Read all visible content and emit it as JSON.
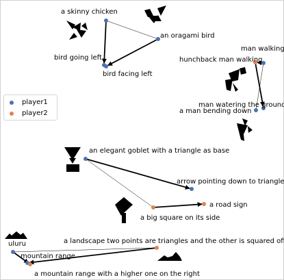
{
  "colors": {
    "player1": "#4c72b0",
    "player2": "#dd8452",
    "ink": "#000000"
  },
  "legend": {
    "items": [
      {
        "label": "player1",
        "color": "#4c72b0"
      },
      {
        "label": "player2",
        "color": "#dd8452"
      }
    ]
  },
  "groups": [
    {
      "id": "bird",
      "icons": [
        "crane-silhouette-icon",
        "chicken-silhouette-icon"
      ],
      "nodes": [
        {
          "label": "a skinny chicken",
          "player": "player1"
        },
        {
          "label": "an oragami bird",
          "player": "player1"
        },
        {
          "label": "bird going left",
          "player": "player1"
        },
        {
          "label": "bird facing left",
          "player": "player1"
        }
      ]
    },
    {
      "id": "man",
      "icons": [
        "man-walking-silhouette-icon",
        "man-bending-silhouette-icon"
      ],
      "nodes": [
        {
          "label": "man walking",
          "player": "player2"
        },
        {
          "label": "hunchback man walking",
          "player": "player1"
        },
        {
          "label": "man watering the ground",
          "player": "player1"
        },
        {
          "label": "a man bending down",
          "player": "player1"
        }
      ]
    },
    {
      "id": "goblet",
      "icons": [
        "goblet-silhouette-icon",
        "square-on-side-silhouette-icon"
      ],
      "nodes": [
        {
          "label": "an elegant goblet with a triangle as base",
          "player": "player1"
        },
        {
          "label": "arrow pointing down to triangle",
          "player": "player1"
        },
        {
          "label": "a big square on its side",
          "player": "player2"
        },
        {
          "label": "a road sign",
          "player": "player2"
        }
      ]
    },
    {
      "id": "mountain",
      "icons": [
        "uluru-silhouette-icon",
        "mountain-range-silhouette-icon"
      ],
      "nodes": [
        {
          "label": "uluru",
          "player": "player1"
        },
        {
          "label": "mountain range",
          "player": "player1"
        },
        {
          "label": "a landscape two points are triangles and the other is squared off",
          "player": "player2"
        },
        {
          "label": "a mountain range with a higher one on the right",
          "player": "player2"
        }
      ]
    }
  ]
}
